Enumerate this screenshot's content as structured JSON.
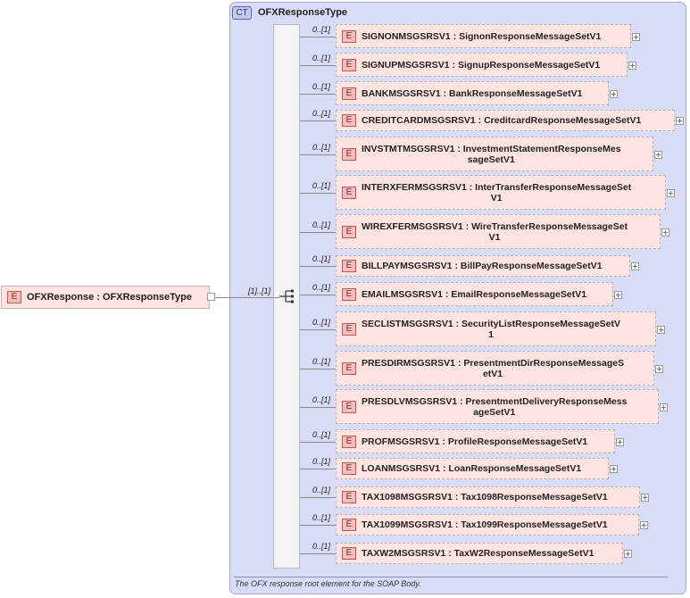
{
  "complex_type": {
    "badge": "CT",
    "name": "OFXResponseType",
    "documentation": "The OFX response root element for the SOAP Body."
  },
  "root": {
    "badge": "E",
    "label": "OFXResponse : OFXResponseType",
    "cardinality": "[1]..[1]"
  },
  "elements": [
    {
      "name": "SIGNONMSGSRSV1",
      "type": "SignonResponseMessageSetV1",
      "cardinality": "0..[1]",
      "lines": [
        "SIGNONMSGSRSV1 : SignonResponseMessageSetV1"
      ]
    },
    {
      "name": "SIGNUPMSGSRSV1",
      "type": "SignupResponseMessageSetV1",
      "cardinality": "0..[1]",
      "lines": [
        "SIGNUPMSGSRSV1 : SignupResponseMessageSetV1"
      ]
    },
    {
      "name": "BANKMSGSRSV1",
      "type": "BankResponseMessageSetV1",
      "cardinality": "0..[1]",
      "lines": [
        "BANKMSGSRSV1 : BankResponseMessageSetV1"
      ]
    },
    {
      "name": "CREDITCARDMSGSRSV1",
      "type": "CreditcardResponseMessageSetV1",
      "cardinality": "0..[1]",
      "lines": [
        "CREDITCARDMSGSRSV1 : CreditcardResponseMessageSetV1"
      ]
    },
    {
      "name": "INVSTMTMSGSRSV1",
      "type": "InvestmentStatementResponseMessageSetV1",
      "cardinality": "0..[1]",
      "lines": [
        "INVSTMTMSGSRSV1 : InvestmentStatementResponseMes",
        "sageSetV1"
      ]
    },
    {
      "name": "INTERXFERMSGSRSV1",
      "type": "InterTransferResponseMessageSetV1",
      "cardinality": "0..[1]",
      "lines": [
        "INTERXFERMSGSRSV1 : InterTransferResponseMessageSet",
        "V1"
      ]
    },
    {
      "name": "WIREXFERMSGSRSV1",
      "type": "WireTransferResponseMessageSetV1",
      "cardinality": "0..[1]",
      "lines": [
        "WIREXFERMSGSRSV1 : WireTransferResponseMessageSet",
        "V1"
      ]
    },
    {
      "name": "BILLPAYMSGSRSV1",
      "type": "BillPayResponseMessageSetV1",
      "cardinality": "0..[1]",
      "lines": [
        "BILLPAYMSGSRSV1 : BillPayResponseMessageSetV1"
      ]
    },
    {
      "name": "EMAILMSGSRSV1",
      "type": "EmailResponseMessageSetV1",
      "cardinality": "0..[1]",
      "lines": [
        "EMAILMSGSRSV1 : EmailResponseMessageSetV1"
      ]
    },
    {
      "name": "SECLISTMSGSRSV1",
      "type": "SecurityListResponseMessageSetV1",
      "cardinality": "0..[1]",
      "lines": [
        "SECLISTMSGSRSV1 : SecurityListResponseMessageSetV",
        "1"
      ]
    },
    {
      "name": "PRESDIRMSGSRSV1",
      "type": "PresentmentDirResponseMessageSetV1",
      "cardinality": "0..[1]",
      "lines": [
        "PRESDIRMSGSRSV1 : PresentmentDirResponseMessageS",
        "etV1"
      ]
    },
    {
      "name": "PRESDLVMSGSRSV1",
      "type": "PresentmentDeliveryResponseMessageSetV1",
      "cardinality": "0..[1]",
      "lines": [
        "PRESDLVMSGSRSV1 : PresentmentDeliveryResponseMess",
        "ageSetV1"
      ]
    },
    {
      "name": "PROFMSGSRSV1",
      "type": "ProfileResponseMessageSetV1",
      "cardinality": "0..[1]",
      "lines": [
        "PROFMSGSRSV1 : ProfileResponseMessageSetV1"
      ]
    },
    {
      "name": "LOANMSGSRSV1",
      "type": "LoanResponseMessageSetV1",
      "cardinality": "0..[1]",
      "lines": [
        "LOANMSGSRSV1 : LoanResponseMessageSetV1"
      ]
    },
    {
      "name": "TAX1098MSGSRSV1",
      "type": "Tax1098ResponseMessageSetV1",
      "cardinality": "0..[1]",
      "lines": [
        "TAX1098MSGSRSV1 : Tax1098ResponseMessageSetV1"
      ]
    },
    {
      "name": "TAX1099MSGSRSV1",
      "type": "Tax1099ResponseMessageSetV1",
      "cardinality": "0..[1]",
      "lines": [
        "TAX1099MSGSRSV1 : Tax1099ResponseMessageSetV1"
      ]
    },
    {
      "name": "TAXW2MSGSRSV1",
      "type": "TaxW2ResponseMessageSetV1",
      "cardinality": "0..[1]",
      "lines": [
        "TAXW2MSGSRSV1 : TaxW2ResponseMessageSetV1"
      ]
    }
  ]
}
